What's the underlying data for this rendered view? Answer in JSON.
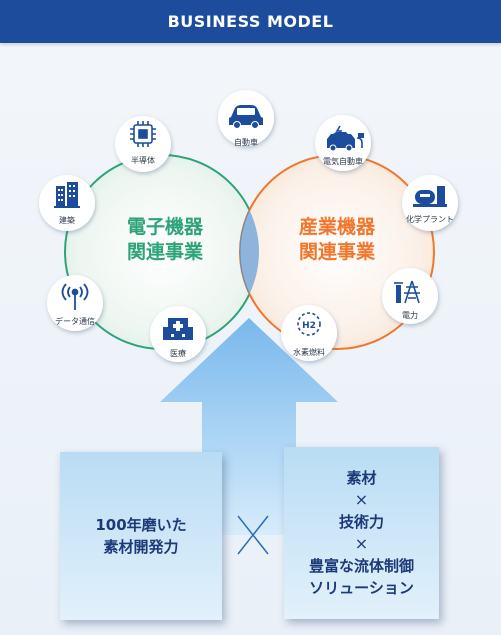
{
  "header": {
    "title": "BUSINESS MODEL"
  },
  "circles": {
    "left_line1": "電子機器",
    "left_line2": "関連事業",
    "right_line1": "産業機器",
    "right_line2": "関連事業"
  },
  "icons": {
    "semiconductor": "半導体",
    "automobile": "自動車",
    "ev": "電気自動車",
    "construction": "建築",
    "chemical_plant": "化学プラント",
    "data_comm": "データ通信",
    "power": "電力",
    "medical": "医療",
    "hydrogen": "水素燃料",
    "h2_mark": "H2"
  },
  "boxes": {
    "left": [
      "100年磨いた",
      "素材開発力"
    ],
    "right": [
      "素材",
      "×",
      "技術力",
      "×",
      "豊富な流体制御",
      "ソリューション"
    ]
  },
  "colors": {
    "header_bg": "#1d4c9c",
    "green": "#2ea37a",
    "orange": "#f2762b",
    "overlap": "#8fb4dc",
    "arrow": "#8ec5ee",
    "text_dark": "#1d3a78"
  }
}
